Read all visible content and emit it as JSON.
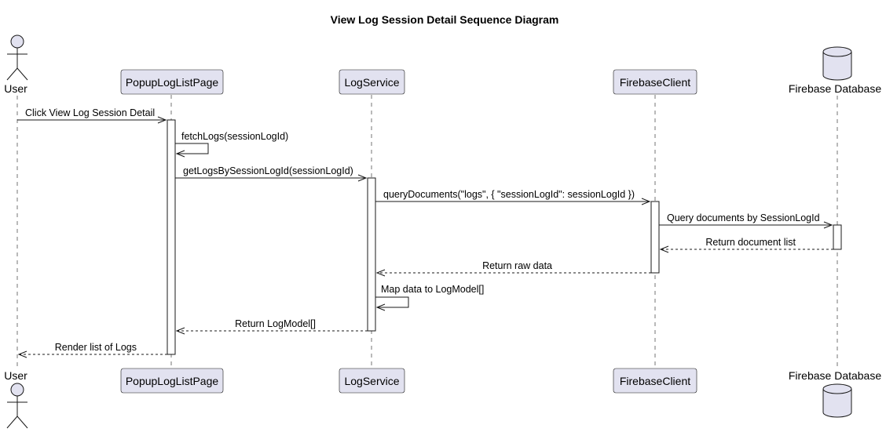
{
  "diagram": {
    "title": "View Log Session Detail Sequence Diagram",
    "participants": [
      {
        "id": "user",
        "label": "User",
        "kind": "actor"
      },
      {
        "id": "popup",
        "label": "PopupLogListPage",
        "kind": "participant"
      },
      {
        "id": "logservice",
        "label": "LogService",
        "kind": "participant"
      },
      {
        "id": "firebaseclient",
        "label": "FirebaseClient",
        "kind": "participant"
      },
      {
        "id": "firebasedb",
        "label": "Firebase Database",
        "kind": "database"
      }
    ],
    "messages": [
      {
        "from": "user",
        "to": "popup",
        "label": "Click View Log Session Detail",
        "style": "solid"
      },
      {
        "from": "popup",
        "to": "popup",
        "label": "fetchLogs(sessionLogId)",
        "style": "solid"
      },
      {
        "from": "popup",
        "to": "logservice",
        "label": "getLogsBySessionLogId(sessionLogId)",
        "style": "solid"
      },
      {
        "from": "logservice",
        "to": "firebaseclient",
        "label": "queryDocuments(\"logs\", { \"sessionLogId\": sessionLogId })",
        "style": "solid"
      },
      {
        "from": "firebaseclient",
        "to": "firebasedb",
        "label": "Query documents by SessionLogId",
        "style": "solid"
      },
      {
        "from": "firebasedb",
        "to": "firebaseclient",
        "label": "Return document list",
        "style": "dashed"
      },
      {
        "from": "firebaseclient",
        "to": "logservice",
        "label": "Return raw data",
        "style": "dashed"
      },
      {
        "from": "logservice",
        "to": "logservice",
        "label": "Map data to LogModel[]",
        "style": "solid"
      },
      {
        "from": "logservice",
        "to": "popup",
        "label": "Return LogModel[]",
        "style": "dashed"
      },
      {
        "from": "popup",
        "to": "user",
        "label": "Render list of Logs",
        "style": "dashed"
      }
    ],
    "colors": {
      "participant_fill": "#E2E2F0",
      "stroke": "#181818",
      "background": "#FFFFFF"
    }
  }
}
